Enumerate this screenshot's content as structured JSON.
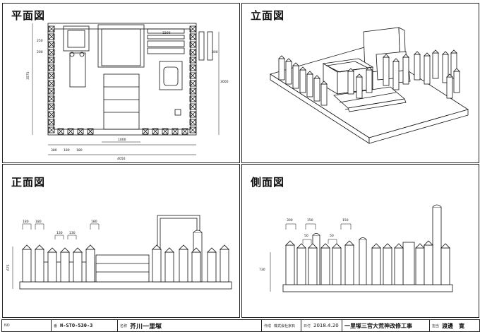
{
  "panels": {
    "plan": {
      "title": "平面図"
    },
    "elevation": {
      "title": "立面図"
    },
    "front": {
      "title": "正面図"
    },
    "side": {
      "title": "側面図"
    }
  },
  "plan_dims": {
    "top_width": "3200",
    "left_height": "3575",
    "right_height": "3000",
    "inner_width": "1000",
    "bottom_left": "380",
    "bottom_mid": "180",
    "bottom_right": "180",
    "total_width": "4050",
    "small_a": "250",
    "small_b": "200",
    "small_c": "300"
  },
  "front_dims": {
    "d1": "180",
    "d2": "180",
    "d3": "130",
    "d4": "130",
    "d5": "180",
    "height": "675"
  },
  "side_dims": {
    "d1": "300",
    "d2": "150",
    "d3": "50",
    "d4": "50",
    "d5": "150",
    "height": "730"
  },
  "title_block": {
    "no_label": "NO",
    "no_value": "",
    "code_label": "番",
    "code_value": "H-STO-530-3",
    "name_label": "名称",
    "name_value": "芥川一里塚",
    "company_label": "作成",
    "company_value": "株式会社京石",
    "date_label": "日付",
    "date_value": "2018.4.20",
    "project_value": "一里塚三宮大荒神改修工事",
    "person_label": "担当",
    "person_value": "渡邊　寛"
  }
}
